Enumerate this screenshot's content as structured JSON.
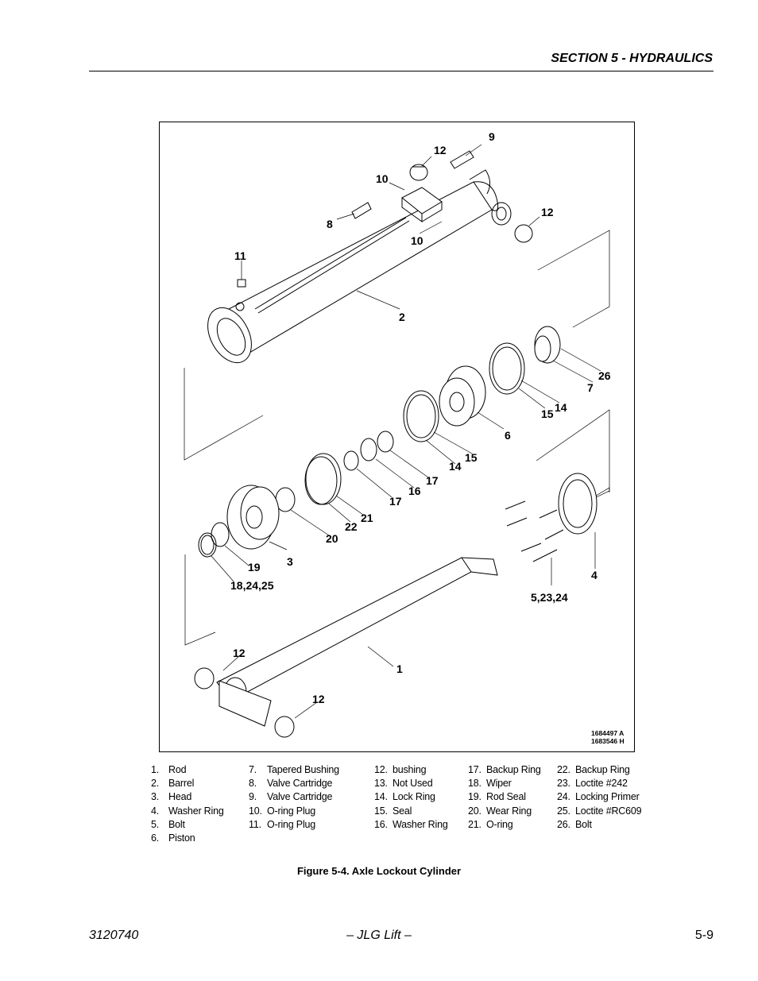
{
  "header": {
    "section_title": "SECTION 5 - HYDRAULICS"
  },
  "figure": {
    "callouts": {
      "c9": "9",
      "c12a": "12",
      "c10a": "10",
      "c12b": "12",
      "c8": "8",
      "c10b": "10",
      "c11": "11",
      "c2": "2",
      "c26": "26",
      "c7": "7",
      "c15a": "15",
      "c14a": "14",
      "c6": "6",
      "c15b": "15",
      "c14b": "14",
      "c17a": "17",
      "c16": "16",
      "c17b": "17",
      "c21": "21",
      "c22": "22",
      "c20": "20",
      "c19": "19",
      "c3": "3",
      "c18": "18,24,25",
      "c4": "4",
      "c5": "5,23,24",
      "c12c": "12",
      "c1": "1",
      "c12d": "12"
    },
    "drawing_refs": [
      "1684497 A",
      "1683546 H"
    ]
  },
  "legend": {
    "columns": [
      [
        {
          "num": "1.",
          "label": "Rod"
        },
        {
          "num": "2.",
          "label": "Barrel"
        },
        {
          "num": "3.",
          "label": "Head"
        },
        {
          "num": "4.",
          "label": "Washer Ring"
        },
        {
          "num": "5.",
          "label": "Bolt"
        },
        {
          "num": "6.",
          "label": "Piston"
        }
      ],
      [
        {
          "num": "7.",
          "label": "Tapered Bushing"
        },
        {
          "num": "8.",
          "label": "Valve Cartridge"
        },
        {
          "num": "9.",
          "label": "Valve Cartridge"
        },
        {
          "num": "10.",
          "label": "O-ring Plug"
        },
        {
          "num": "11.",
          "label": "O-ring Plug"
        }
      ],
      [
        {
          "num": "12.",
          "label": "bushing"
        },
        {
          "num": "13.",
          "label": "Not Used"
        },
        {
          "num": "14.",
          "label": "Lock Ring"
        },
        {
          "num": "15.",
          "label": "Seal"
        },
        {
          "num": "16.",
          "label": "Washer Ring"
        }
      ],
      [
        {
          "num": "17.",
          "label": "Backup Ring"
        },
        {
          "num": "18.",
          "label": "Wiper"
        },
        {
          "num": "19.",
          "label": "Rod Seal"
        },
        {
          "num": "20.",
          "label": "Wear Ring"
        },
        {
          "num": "21.",
          "label": "O-ring"
        }
      ],
      [
        {
          "num": "22.",
          "label": "Backup Ring"
        },
        {
          "num": "23.",
          "label": "Loctite #242"
        },
        {
          "num": "24.",
          "label": "Locking Primer"
        },
        {
          "num": "25.",
          "label": "Loctite #RC609"
        },
        {
          "num": "26.",
          "label": "Bolt"
        }
      ]
    ]
  },
  "caption": "Figure 5-4.  Axle Lockout Cylinder",
  "footer": {
    "doc_number": "3120740",
    "publisher": "– JLG Lift –",
    "page": "5-9"
  }
}
